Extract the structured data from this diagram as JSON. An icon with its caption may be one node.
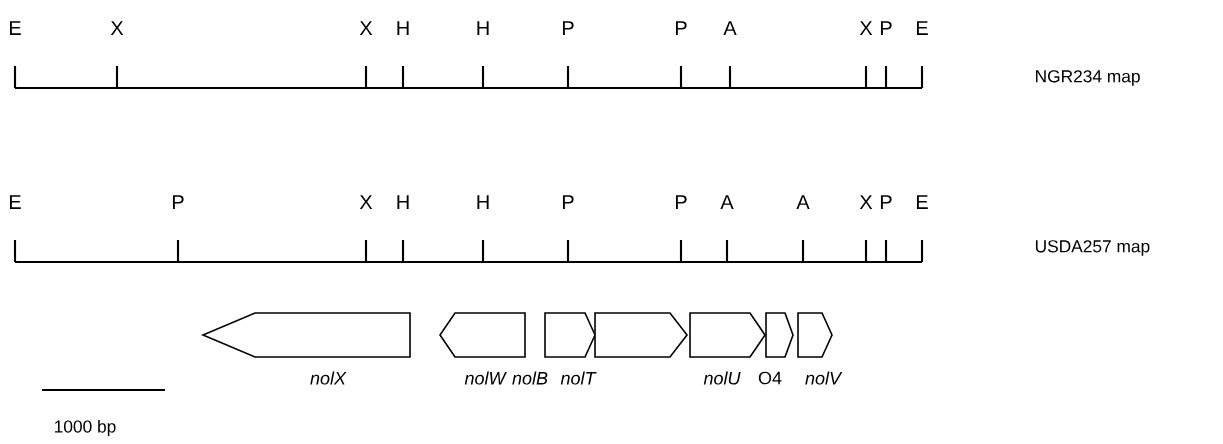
{
  "diagram": {
    "nodes": [
      {
        "text": [],
        "shape": "pentagon",
        "beside": [
          "nolX"
        ]
      },
      {
        "text": [],
        "shape": "pentagon",
        "beside": [
          "nolW"
        ]
      },
      {
        "text": [],
        "shape": "pentagon",
        "beside": [
          "nolB"
        ]
      },
      {
        "text": [],
        "shape": "pentagon",
        "beside": [
          "nolT"
        ]
      },
      {
        "text": [],
        "shape": "pentagon",
        "beside": [
          "nolU"
        ]
      },
      {
        "text": [],
        "shape": "pentagon",
        "beside": [
          "O4"
        ]
      },
      {
        "text": [],
        "shape": "pentagon",
        "beside": [
          "nolV"
        ]
      }
    ],
    "labels": [
      "E",
      "X",
      "X",
      "H",
      "H",
      "P",
      "P",
      "A",
      "X",
      "P",
      "E",
      "NGR234 map",
      "E",
      "P",
      "X",
      "H",
      "H",
      "P",
      "P",
      "A",
      "A",
      "X",
      "P",
      "E",
      "USDA257 map",
      "1000 bp"
    ]
  }
}
